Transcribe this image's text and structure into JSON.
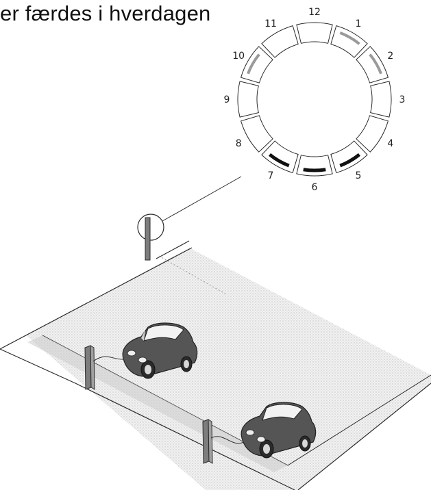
{
  "title": "er færdes i hverdagen",
  "clock": {
    "hours": [
      "12",
      "1",
      "2",
      "3",
      "4",
      "5",
      "6",
      "7",
      "8",
      "9",
      "10",
      "11"
    ],
    "segments": [
      {
        "hour": "12",
        "state": "empty"
      },
      {
        "hour": "1",
        "state": "light"
      },
      {
        "hour": "2",
        "state": "light"
      },
      {
        "hour": "3",
        "state": "empty"
      },
      {
        "hour": "4",
        "state": "empty"
      },
      {
        "hour": "5",
        "state": "dark"
      },
      {
        "hour": "6",
        "state": "dark"
      },
      {
        "hour": "7",
        "state": "dark"
      },
      {
        "hour": "8",
        "state": "empty"
      },
      {
        "hour": "9",
        "state": "empty"
      },
      {
        "hour": "10",
        "state": "light"
      },
      {
        "hour": "11",
        "state": "empty"
      }
    ]
  },
  "colors": {
    "line": "#2a2a2a",
    "ground": "#d9d9d9",
    "car_body": "#555555",
    "car_roof": "#6a6a6a",
    "glass": "#f2f2f2",
    "bar_dark": "#111111",
    "bar_light": "#9a9a9a",
    "post": "#7d7d7d"
  },
  "icons": [
    "clock-ring-icon",
    "charging-post-icon",
    "car-icon",
    "sensor-post-icon"
  ]
}
